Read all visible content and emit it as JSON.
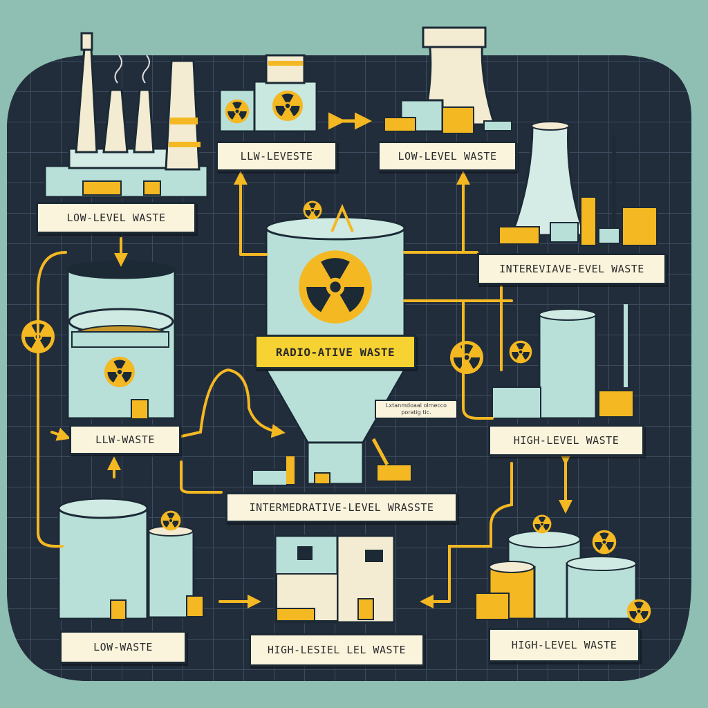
{
  "center_label": "RADIO-ATIVE WASTE",
  "center_note": "Lxtanmdoaal olmecco poratig tic.",
  "labels": {
    "top_left": "LOW-LEVEL WASTE",
    "top_mid": "LLW-LEVESTE",
    "top_right": "LOW-LEVEL WASTE",
    "right_upper": "INTEREVIAVE-EVEL WASTE",
    "mid_left": "LLW-WASTE",
    "right_mid": "HIGH-LEVEL WASTE",
    "center_bottom": "INTERMEDRATIVE-LEVEL WRASSTE",
    "bottom_left": "LOW-WASTE",
    "bottom_mid": "HIGH-LESIEL LEL WASTE",
    "bottom_right": "HIGH-LEVEL WASTE"
  },
  "colors": {
    "background": "#8fbfb2",
    "board": "#222d3c",
    "grid": "#3c4c5e",
    "accent_yellow": "#f4b822",
    "label_fill": "#fbf4dd",
    "tank": "#b8e0d8"
  },
  "icons": [
    "radiation-icon",
    "factory-icon",
    "cooling-tower-icon",
    "truck-icon",
    "storage-tank-icon",
    "crane-icon"
  ]
}
